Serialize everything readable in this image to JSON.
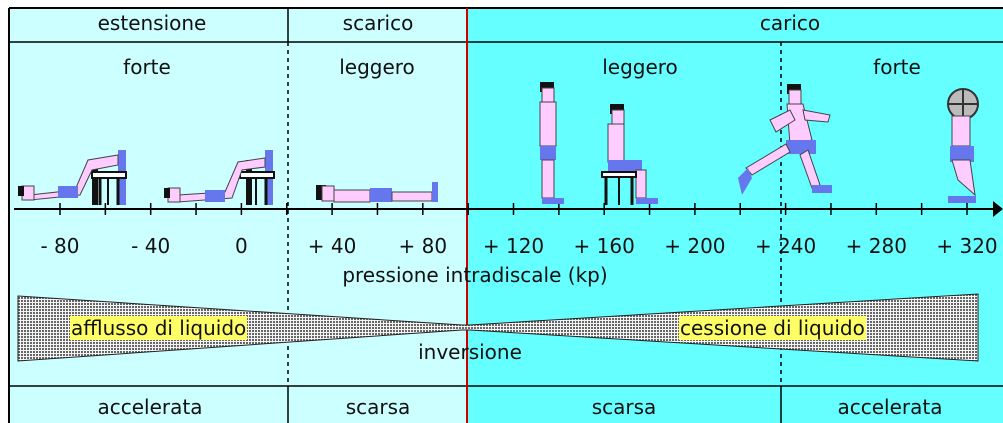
{
  "colors": {
    "left_region": "#ccffff",
    "right_region": "#66ffff",
    "divider_red": "#cc0000",
    "gauge_fill": "#888888",
    "highlight": "#ffff66",
    "figure_skin": "#ffccff",
    "figure_shorts": "#6677ee"
  },
  "header": {
    "estensione": "estensione",
    "scarico": "scarico",
    "carico": "carico"
  },
  "subheader": {
    "forte_left": "forte",
    "leggero_scarico": "leggero",
    "leggero_carico": "leggero",
    "forte_right": "forte"
  },
  "axis": {
    "tick_labels": [
      "- 80",
      "- 40",
      "0",
      "+ 40",
      "+ 80",
      "+ 120",
      "+ 160",
      "+ 200",
      "+ 240",
      "+ 280",
      "+ 320"
    ],
    "label": "pressione intradiscale (kp)"
  },
  "gauge": {
    "left_label": "afflusso di liquido",
    "right_label": "cessione di liquido",
    "center_label": "inversione"
  },
  "footer": {
    "accelerata_left": "accelerata",
    "scarsa_left": "scarsa",
    "scarsa_right": "scarsa",
    "accelerata_right": "accelerata"
  },
  "figures": [
    {
      "posture": "lying-legs-raised-on-chair"
    },
    {
      "posture": "lying-legs-raised-on-chair"
    },
    {
      "posture": "lying-supine"
    },
    {
      "posture": "standing"
    },
    {
      "posture": "sitting"
    },
    {
      "posture": "running"
    },
    {
      "posture": "lifting-weight"
    }
  ]
}
